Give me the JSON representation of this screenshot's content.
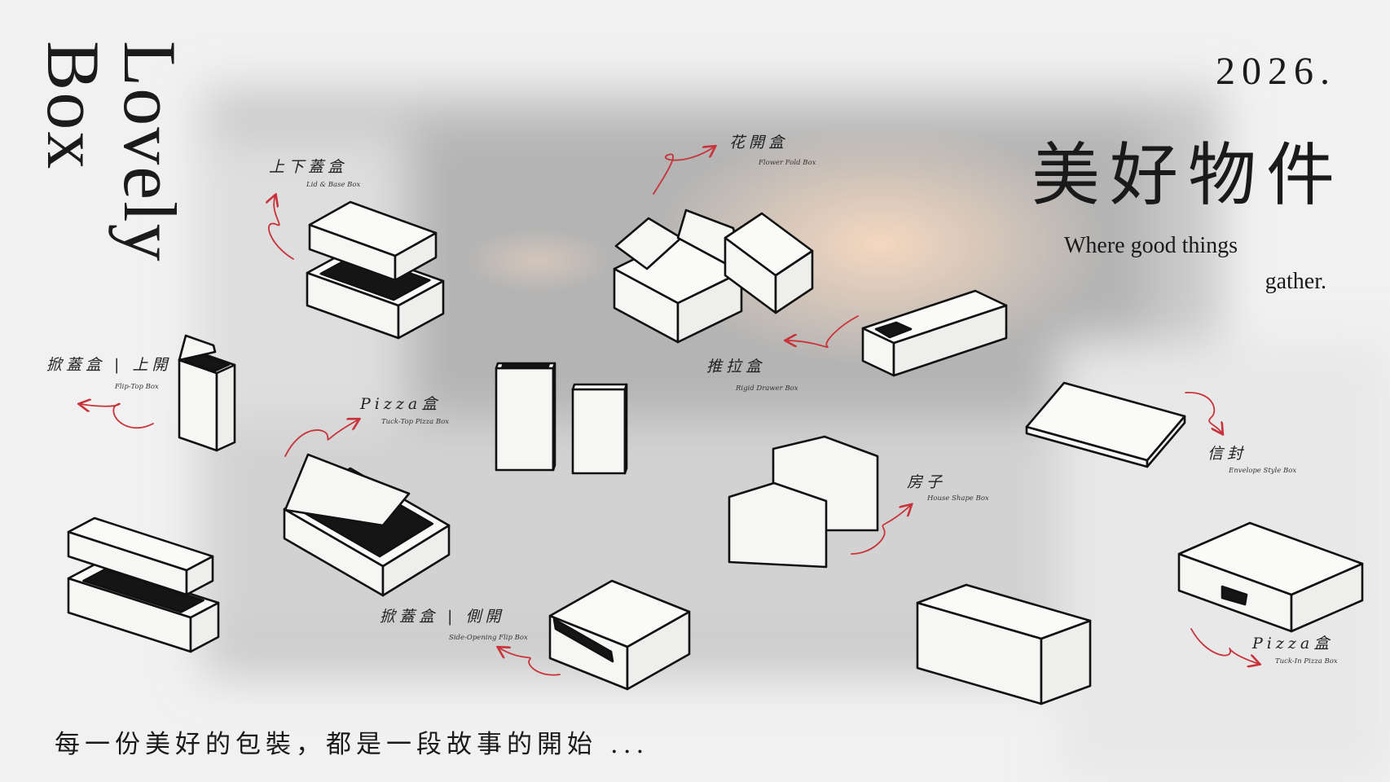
{
  "title": {
    "line1": "Lovely",
    "line2": "Box"
  },
  "year": "2026.",
  "headline": "美好物件",
  "tagline": {
    "line1": "Where good things",
    "line2": "gather."
  },
  "bottom_text": "每一份美好的包裝，都是一段故事的開始 ...",
  "accent_color": "#c8323a",
  "boxes": [
    {
      "zh": "上下蓋盒",
      "en": "Lid & Base Box"
    },
    {
      "zh": "花開盒",
      "en": "Flower Fold Box"
    },
    {
      "zh": "掀蓋盒 | 上開",
      "en": "Flip-Top Box"
    },
    {
      "zh": "Pizza盒",
      "en": "Tuck-Top Pizza Box"
    },
    {
      "zh": "推拉盒",
      "en": "Rigid Drawer Box"
    },
    {
      "zh": "信封",
      "en": "Envelope Style Box"
    },
    {
      "zh": "房子",
      "en": "House Shape Box"
    },
    {
      "zh": "掀蓋盒 | 側開",
      "en": "Side-Opening Flip Box"
    },
    {
      "zh": "Pizza盒",
      "en": "Tuck-In Pizza Box"
    }
  ]
}
